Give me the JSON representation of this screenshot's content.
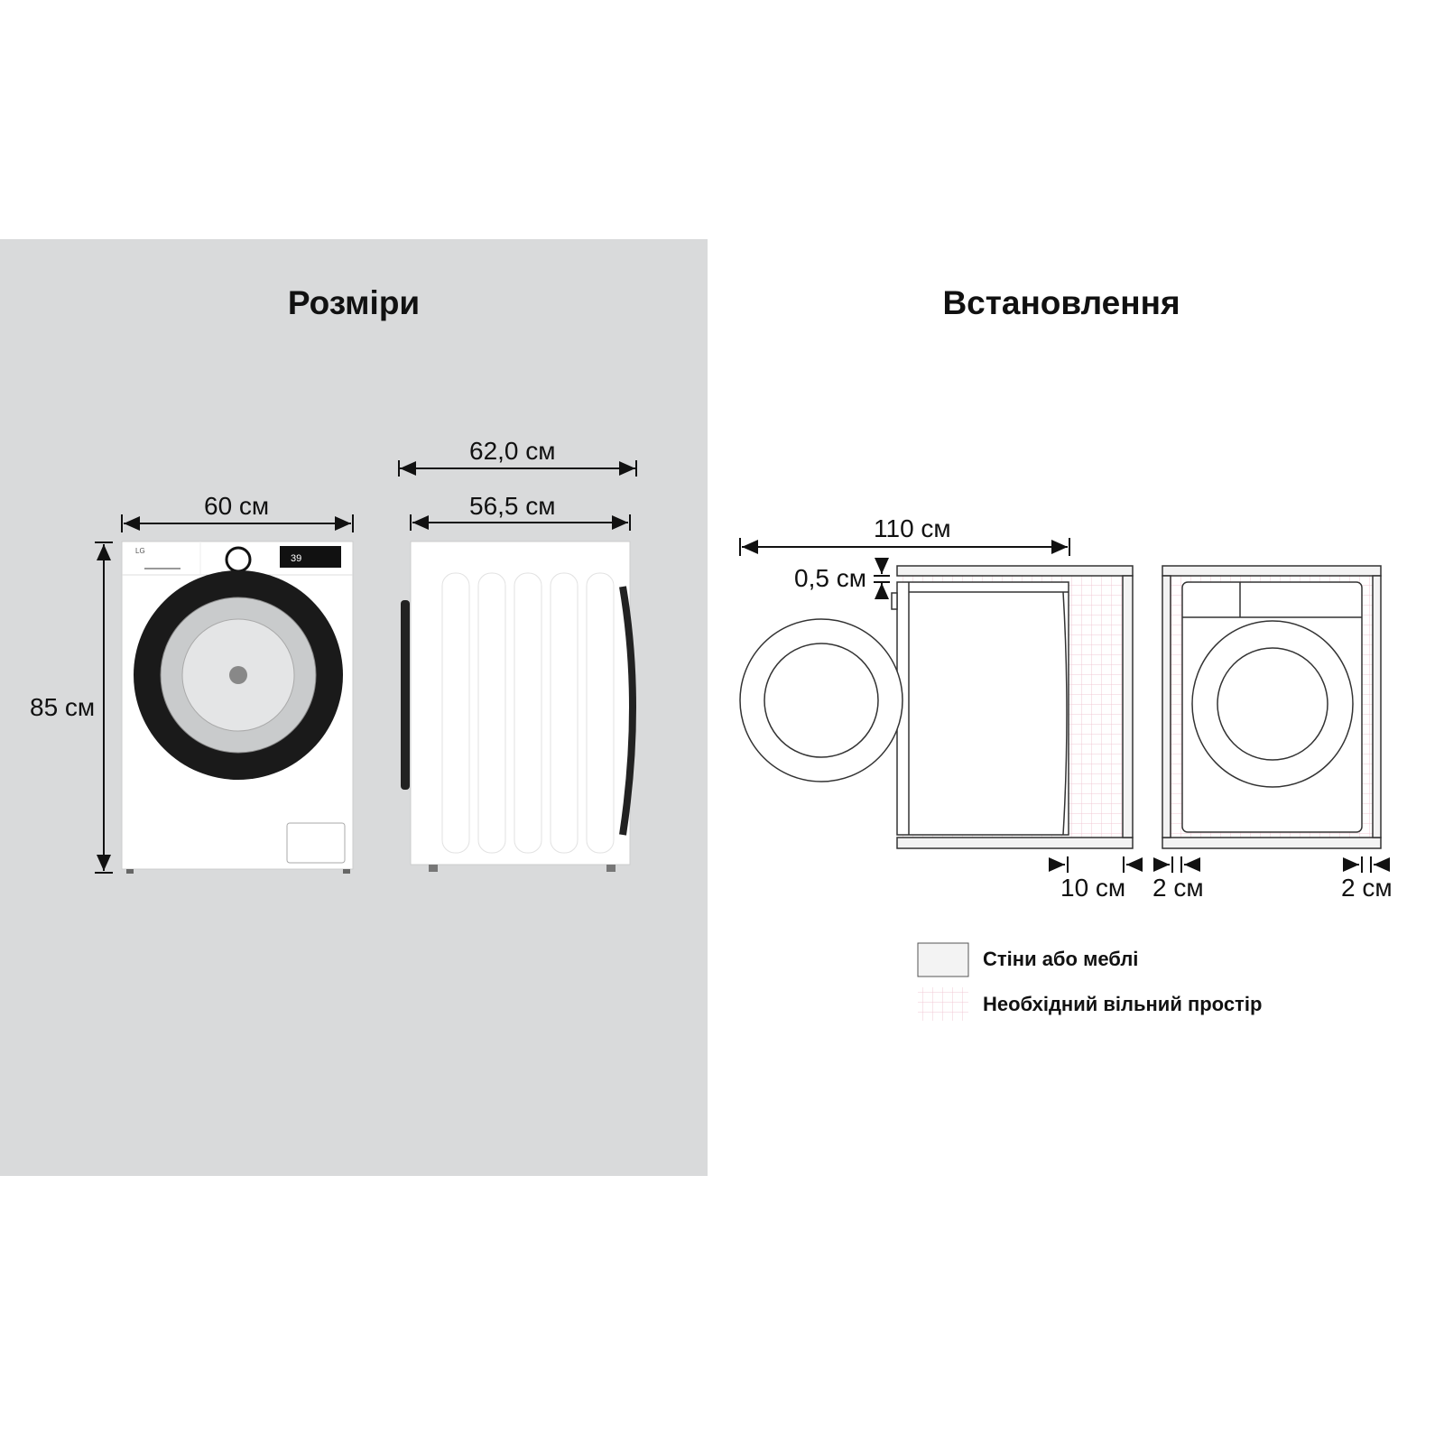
{
  "dimensions": {
    "title": "Розміри",
    "width": "60 см",
    "height": "85 см",
    "depth_total": "62,0 см",
    "depth_body": "56,5 см",
    "panel_color": "#d9dadb"
  },
  "installation": {
    "title": "Встановлення",
    "door_open_depth": "110 см",
    "top_gap": "0,5 см",
    "rear_gap": "10 см",
    "side_gap_left": "2 см",
    "side_gap_right": "2 см",
    "legend": [
      {
        "label": "Стіни або меблі",
        "swatch": "wall"
      },
      {
        "label": "Необхідний вільний простір",
        "swatch": "grid-pink"
      }
    ]
  },
  "product": {
    "brand": "LG",
    "display": "39"
  }
}
